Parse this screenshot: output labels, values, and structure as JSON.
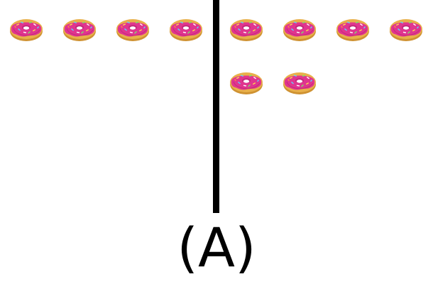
{
  "caption": "(A)",
  "colors": {
    "frosting": "#e0358f",
    "frosting_dark": "#c42a7b",
    "dough": "#e8b04a",
    "dough_dark": "#cf9232",
    "divider": "#000000"
  },
  "groups": {
    "left": {
      "count": 4
    },
    "right": {
      "count": 6
    }
  },
  "icon": "donut-icon"
}
